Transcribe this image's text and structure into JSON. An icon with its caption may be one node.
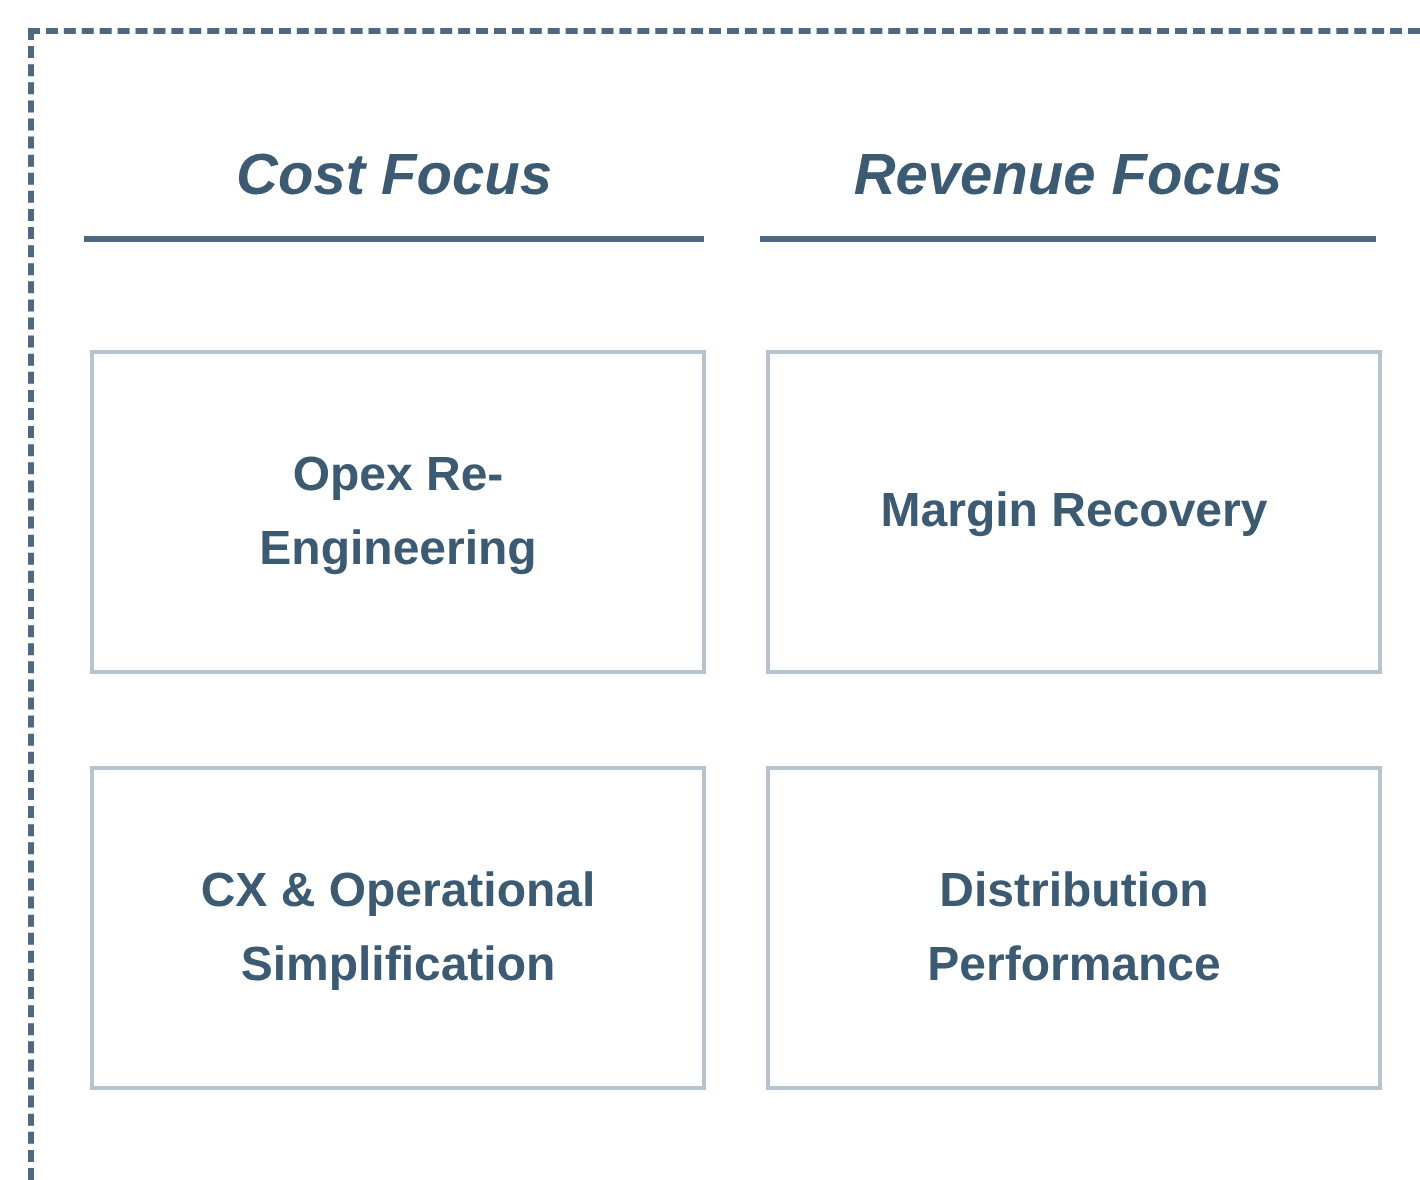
{
  "diagram": {
    "nodes": [
      {
        "text": [],
        "shape": "box"
      },
      {
        "text": [
          "Opex Re-Engineering"
        ],
        "in": 0
      },
      {
        "text": [
          "Margin Recovery"
        ],
        "in": 0
      },
      {
        "text": [
          "CX & Operational Simplification"
        ],
        "in": 0
      },
      {
        "text": [
          "Distribution Performance"
        ],
        "in": 0
      }
    ],
    "edges": [],
    "labels": [
      "Cost Focus",
      "Revenue Focus"
    ]
  }
}
